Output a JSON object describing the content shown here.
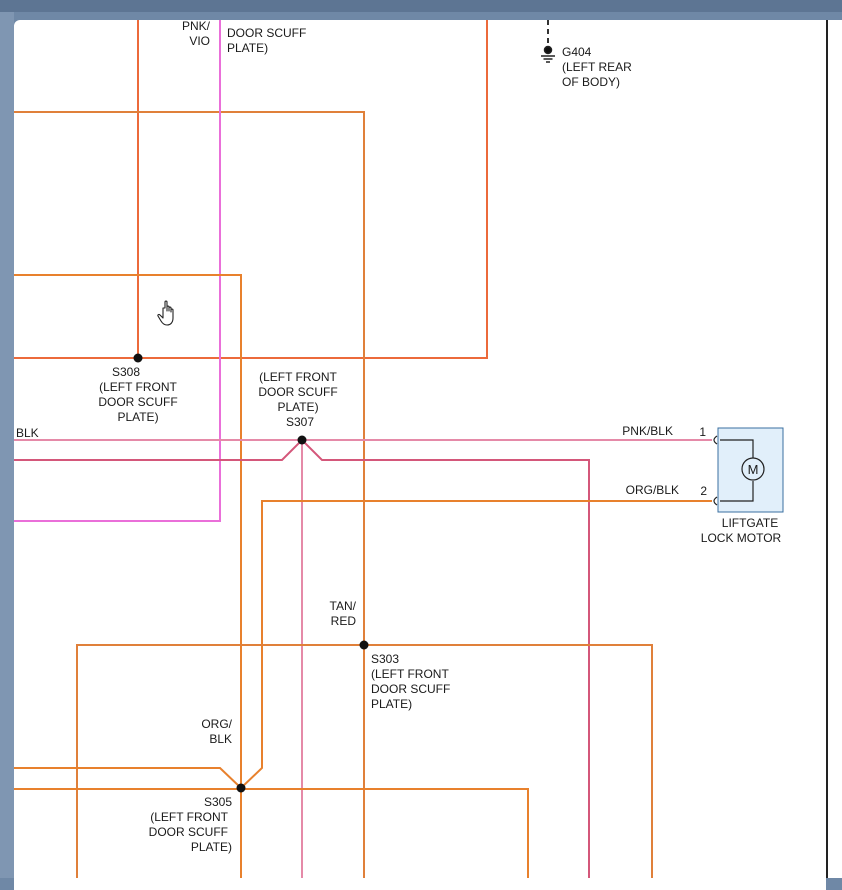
{
  "diagram": {
    "labels": {
      "pnk_vio": [
        "PNK/",
        "VIO"
      ],
      "door_scuff_top": [
        "DOOR SCUFF",
        "PLATE)"
      ],
      "g404": [
        "G404",
        "(LEFT REAR",
        "OF BODY)"
      ],
      "s308": [
        "S308",
        "(LEFT FRONT",
        "DOOR SCUFF",
        "PLATE)"
      ],
      "s307": [
        "(LEFT FRONT",
        "DOOR SCUFF",
        "PLATE)",
        "S307"
      ],
      "blk": "BLK",
      "pnk_blk": "PNK/BLK",
      "org_blk_right": "ORG/BLK",
      "pin1": "1",
      "pin2": "2",
      "motor_symbol": "M",
      "liftgate": [
        "LIFTGATE",
        "LOCK MOTOR"
      ],
      "tan_red": [
        "TAN/",
        "RED"
      ],
      "s303": [
        "S303",
        "(LEFT FRONT",
        "DOOR SCUFF",
        "PLATE)"
      ],
      "org_blk_left": [
        "ORG/",
        "BLK"
      ],
      "s305": [
        "S305",
        "(LEFT FRONT",
        "DOOR SCUFF",
        "PLATE)"
      ]
    },
    "colors": {
      "orange": "#e8812d",
      "orange_red": "#ec6a3b",
      "pink": "#ea6fd9",
      "pink_light": "#e58aa8",
      "pink_dark": "#d4577a",
      "motor_fill": "#e1effa",
      "motor_stroke": "#3a6fa0"
    },
    "icons": {
      "cursor": "hand-pointer-icon",
      "ground": "ground-symbol-icon",
      "motor": "motor-icon"
    }
  }
}
